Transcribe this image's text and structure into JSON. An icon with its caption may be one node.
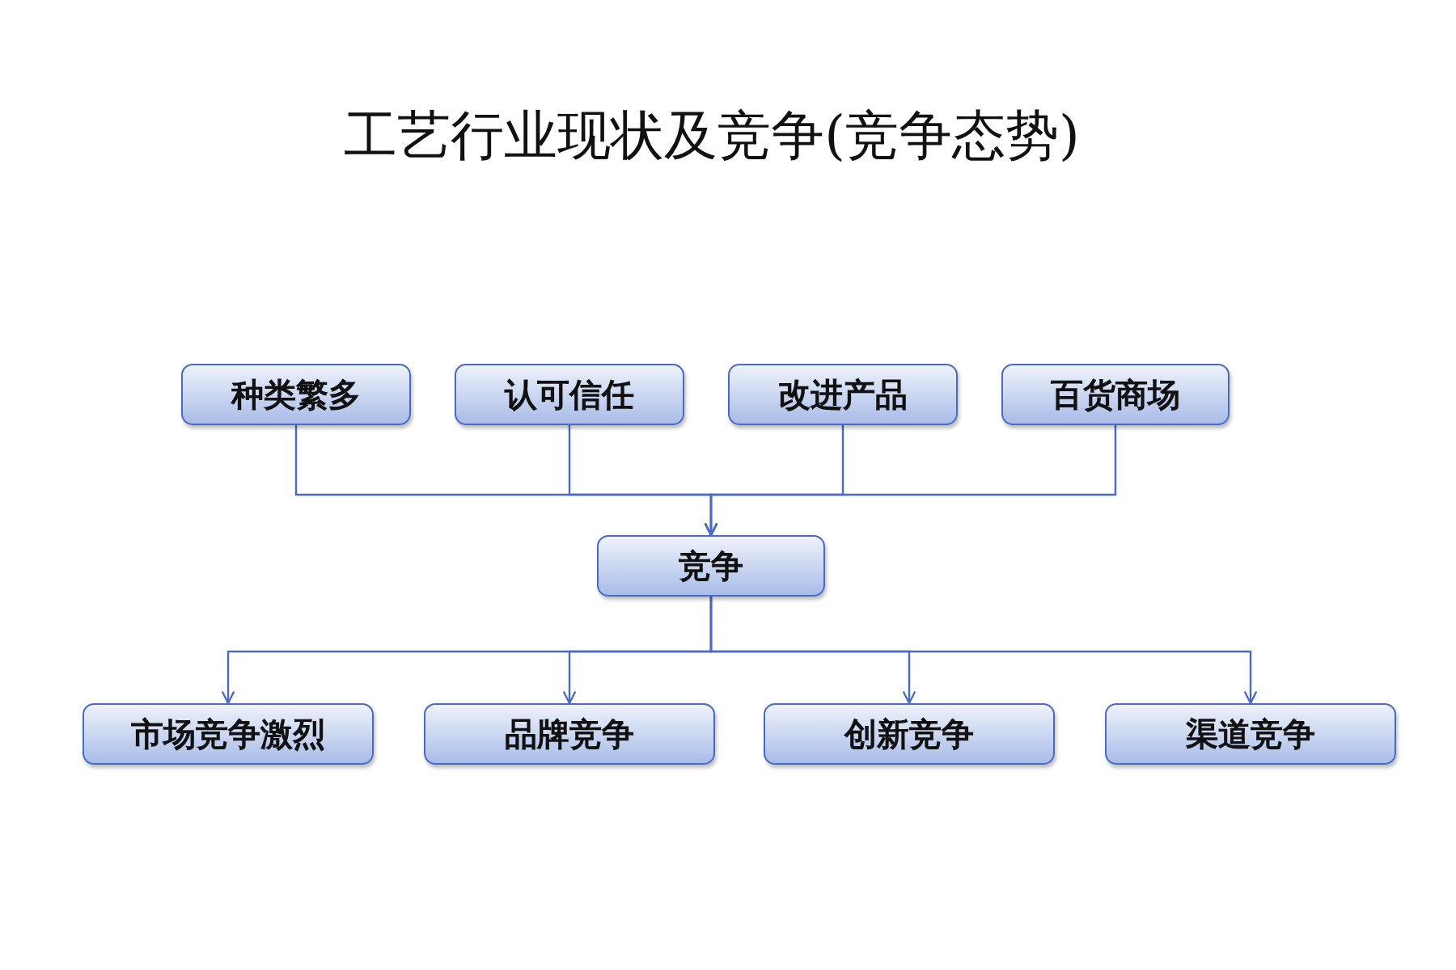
{
  "diagram": {
    "title": "工艺行业现状及竞争(竞争态势)",
    "nodes": [
      {
        "text": [
          "种类繁多"
        ]
      },
      {
        "text": [
          "认可信任"
        ]
      },
      {
        "text": [
          "改进产品"
        ]
      },
      {
        "text": [
          "百货商场"
        ]
      },
      {
        "text": [
          "竞争"
        ]
      },
      {
        "text": [
          "市场竞争激烈"
        ]
      },
      {
        "text": [
          "品牌竞争"
        ]
      },
      {
        "text": [
          "创新竞争"
        ]
      },
      {
        "text": [
          "渠道竞争"
        ]
      }
    ],
    "edges": [
      {
        "from": 0,
        "to": 4,
        "arrow": "to"
      },
      {
        "from": 1,
        "to": 4,
        "arrow": "to"
      },
      {
        "from": 2,
        "to": 4,
        "arrow": "to"
      },
      {
        "from": 3,
        "to": 4,
        "arrow": "to"
      },
      {
        "from": 4,
        "to": 5,
        "arrow": "to"
      },
      {
        "from": 4,
        "to": 6,
        "arrow": "to"
      },
      {
        "from": 4,
        "to": 7,
        "arrow": "to"
      },
      {
        "from": 4,
        "to": 8,
        "arrow": "to"
      }
    ]
  }
}
